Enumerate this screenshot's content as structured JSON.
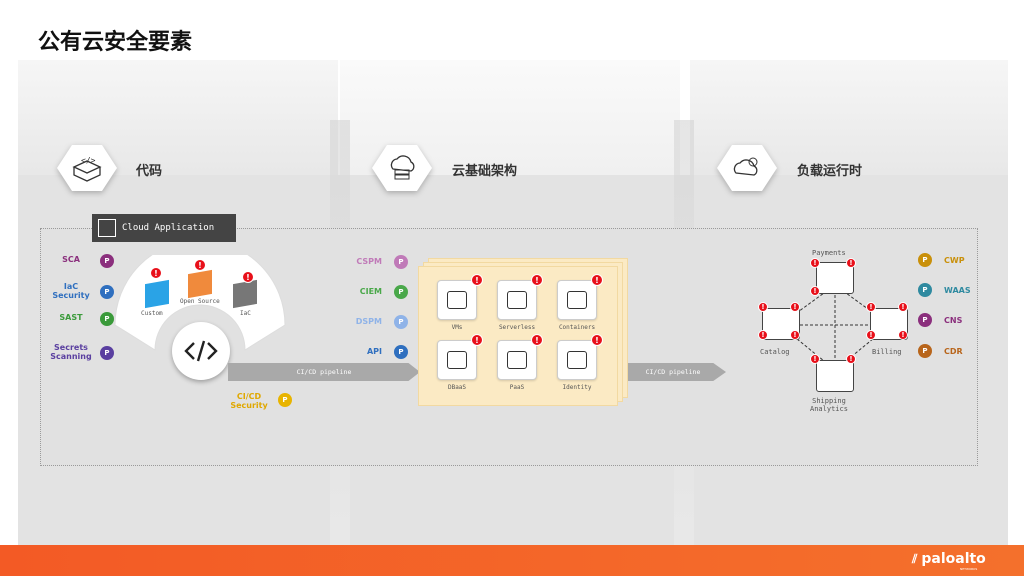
{
  "title": "公有云安全要素",
  "sections": {
    "code": "代码",
    "infra": "云基础架构",
    "runtime": "负载运行时"
  },
  "cloud_app": {
    "label": "Cloud Application",
    "custom": "Custom",
    "open_source": "Open Source",
    "iac": "IaC"
  },
  "code_left": [
    "SCA",
    "IaC\nSecurity",
    "SAST",
    "Secrets\nScanning"
  ],
  "code_left_colors": [
    "#8b2f7d",
    "#2f6fbf",
    "#3a9a3a",
    "#5a3fa0"
  ],
  "cicd_security": "CI/CD\nSecurity",
  "infra_left": [
    "CSPM",
    "CIEM",
    "DSPM",
    "API"
  ],
  "infra_left_colors": [
    "#c07ab8",
    "#4aa84a",
    "#8fb3e8",
    "#2f6fbf"
  ],
  "infra_tiles": [
    "VMs",
    "Serverless",
    "Containers",
    "DBaaS",
    "PaaS",
    "Identity"
  ],
  "pipeline1": "CI/CD pipeline",
  "pipeline2": "CI/CD pipeline",
  "workload": {
    "payments": "Payments",
    "catalog": "Catalog",
    "billing": "Billing",
    "shipping": "Shipping\nAnalytics"
  },
  "runtime_right": [
    "CWP",
    "WAAS",
    "CNS",
    "CDR"
  ],
  "runtime_right_colors": [
    "#c9900a",
    "#2f8aa0",
    "#8b2f7d",
    "#b8651b"
  ],
  "p_letter": "P",
  "alert_glyph": "!",
  "brand": "paloalto",
  "brand_sub": "NETWORKS",
  "colors": {
    "accent": "#f35a25",
    "alert": "#e8101a",
    "infra_bg": "#fbeac4"
  }
}
